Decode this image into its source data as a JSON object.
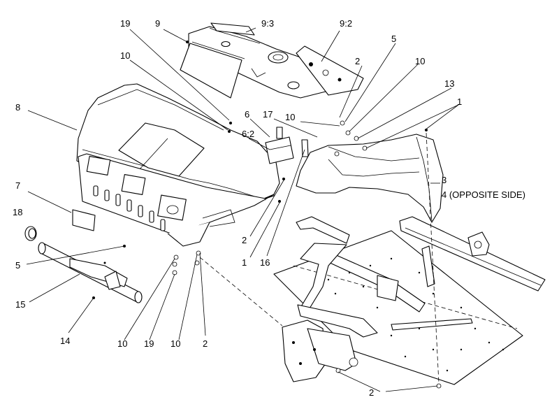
{
  "callouts": [
    {
      "id": "c19a",
      "text": "19"
    },
    {
      "id": "c9",
      "text": "9"
    },
    {
      "id": "c9_3",
      "text": "9:3"
    },
    {
      "id": "c9_2",
      "text": "9:2"
    },
    {
      "id": "c5a",
      "text": "5"
    },
    {
      "id": "c10a",
      "text": "10"
    },
    {
      "id": "c2a",
      "text": "2"
    },
    {
      "id": "c10b",
      "text": "10"
    },
    {
      "id": "c13",
      "text": "13"
    },
    {
      "id": "c8",
      "text": "8"
    },
    {
      "id": "c6",
      "text": "6"
    },
    {
      "id": "c17",
      "text": "17"
    },
    {
      "id": "c10c",
      "text": "10"
    },
    {
      "id": "c1a",
      "text": "1"
    },
    {
      "id": "c6_2",
      "text": "6:2"
    },
    {
      "id": "c3",
      "text": "3"
    },
    {
      "id": "c4",
      "text": "4 (OPPOSITE SIDE)"
    },
    {
      "id": "c7",
      "text": "7"
    },
    {
      "id": "c18",
      "text": "18"
    },
    {
      "id": "c2b",
      "text": "2"
    },
    {
      "id": "c5b",
      "text": "5"
    },
    {
      "id": "c1b",
      "text": "1"
    },
    {
      "id": "c16",
      "text": "16"
    },
    {
      "id": "c15",
      "text": "15"
    },
    {
      "id": "c14",
      "text": "14"
    },
    {
      "id": "c10d",
      "text": "10"
    },
    {
      "id": "c19b",
      "text": "19"
    },
    {
      "id": "c10e",
      "text": "10"
    },
    {
      "id": "c2c",
      "text": "2"
    },
    {
      "id": "c2d",
      "text": "2"
    }
  ]
}
